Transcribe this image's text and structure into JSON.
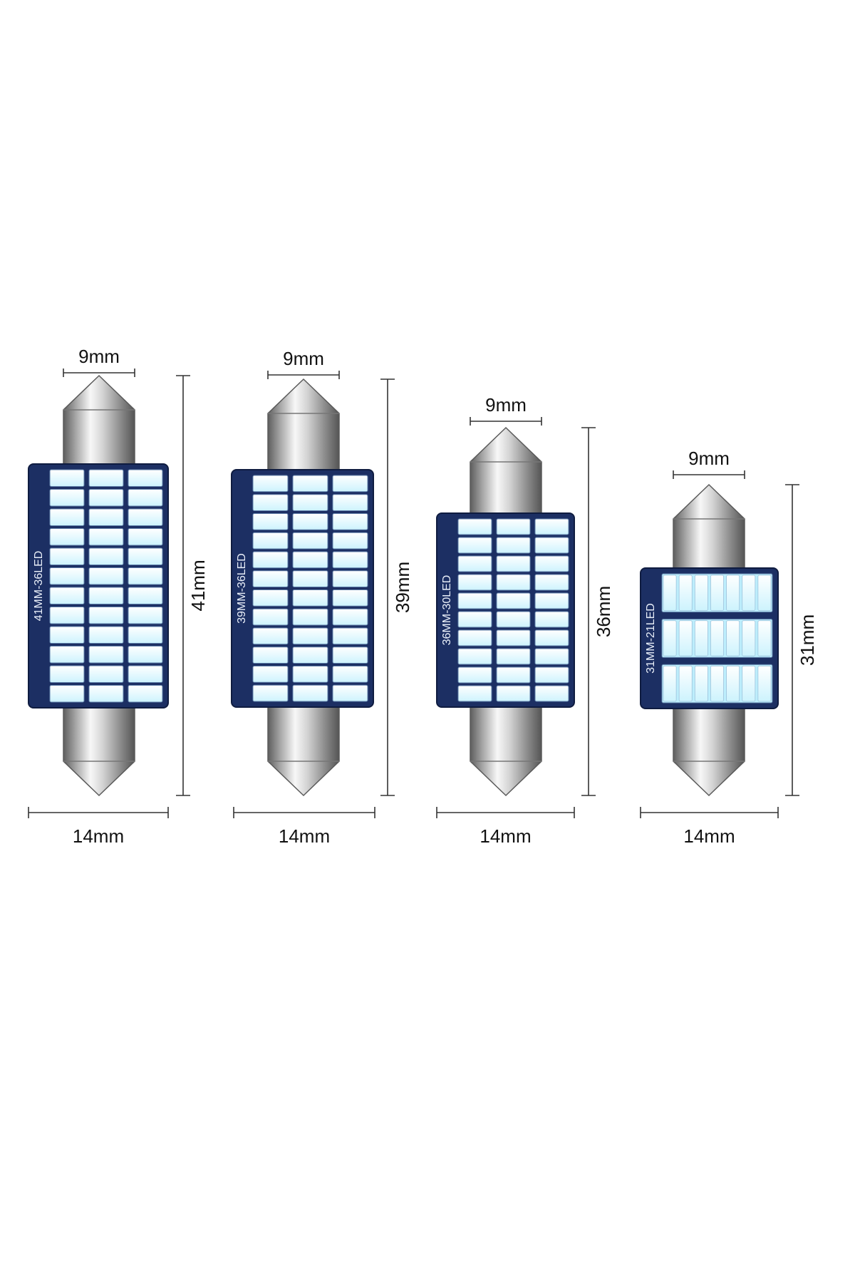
{
  "colors": {
    "background": "#ffffff",
    "pcb": "#1c2f63",
    "pcb_edge": "#0f1c40",
    "led_face": "#e9fbff",
    "led_glow": "#bdeefc",
    "led_border": "#5f7fa8",
    "metal_light": "#f2f2f2",
    "metal_mid": "#b7b7b7",
    "metal_dark": "#6d6d6d",
    "dimension_line": "#333333"
  },
  "bulbs": [
    {
      "id": "41mm",
      "pcb_label": "41MM-36LED",
      "length_label": "41mm",
      "tip_label": "9mm",
      "width_label": "14mm",
      "led_count": 36,
      "led_rows": 12,
      "led_columns": 3
    },
    {
      "id": "39mm",
      "pcb_label": "39MM-36LED",
      "length_label": "39mm",
      "tip_label": "9mm",
      "width_label": "14mm",
      "led_count": 36,
      "led_rows": 12,
      "led_columns": 3
    },
    {
      "id": "36mm",
      "pcb_label": "36MM-30LED",
      "length_label": "36mm",
      "tip_label": "9mm",
      "width_label": "14mm",
      "led_count": 30,
      "led_rows": 10,
      "led_columns": 3
    },
    {
      "id": "31mm",
      "pcb_label": "31MM-21LED",
      "length_label": "31mm",
      "tip_label": "9mm",
      "width_label": "14mm",
      "led_count": 21,
      "led_rows": 3,
      "led_columns": 7
    }
  ]
}
